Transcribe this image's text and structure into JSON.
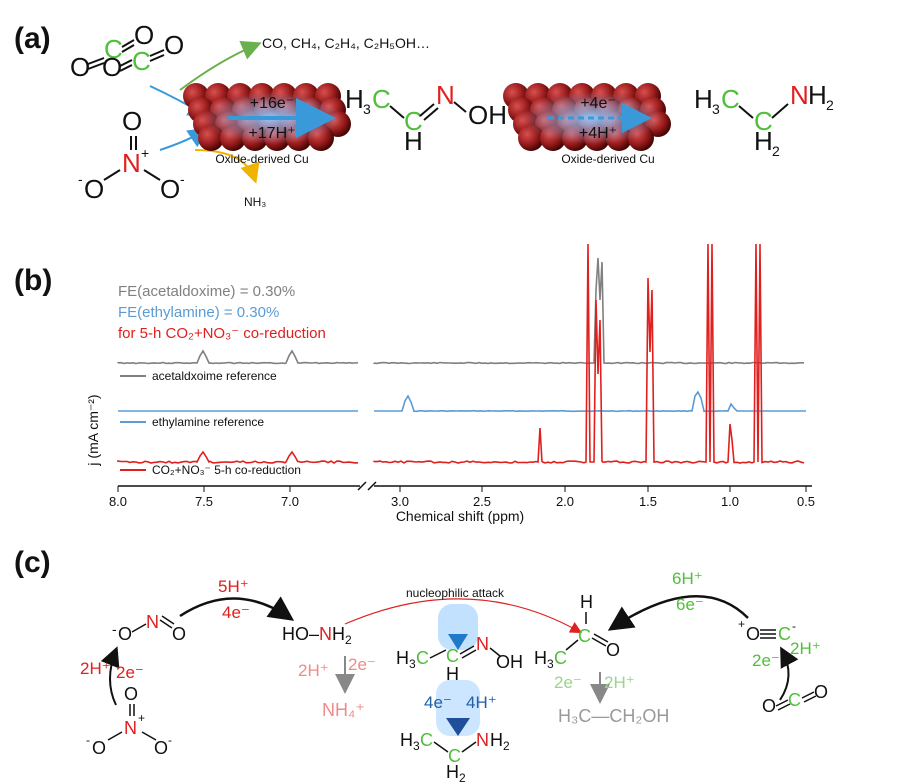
{
  "colors": {
    "carbon": "#4fbf3a",
    "nitrogen": "#e0201e",
    "oxygen": "#111111",
    "blue_arrow": "#3a9ad9",
    "gray_trace": "#808080",
    "blue_trace": "#5b9bd5",
    "red_trace": "#e0201e",
    "yellow_arrow": "#f0b400",
    "green_arrow": "#6ab04c",
    "cu_sphere": "#8b1a1a"
  },
  "panel_a": {
    "label": "(a)",
    "products_text": "CO, CH₄, C₂H₄, C₂H₅OH…",
    "nh3_text": "NH₃",
    "catalyst_left_label": "Oxide-derived Cu",
    "catalyst_right_label": "Oxide-derived Cu",
    "step1_electrons": "+16e⁻",
    "step1_protons": "+17H⁺",
    "step2_electrons": "+4e⁻",
    "step2_protons": "+4H⁺",
    "acetaldoxime_oh": "OH",
    "ethylamine_nh2": "NH₂"
  },
  "panel_b": {
    "label": "(b)",
    "fe_acetaldoxime": "FE(acetaldoxime) = 0.30%",
    "fe_ethylamine": "FE(ethylamine) = 0.30%",
    "fe_conditions": "for 5-h CO₂+NO₃⁻ co-reduction",
    "y_axis_label": "j (mA cm⁻²)",
    "x_axis_label": "Chemical shift (ppm)",
    "legend_gray": "acetaldxoime reference",
    "legend_blue": "ethylamine reference",
    "legend_red": "CO₂+NO₃⁻ 5-h co-reduction",
    "ticks_left": [
      "8.0",
      "7.5",
      "7.0"
    ],
    "ticks_right": [
      "3.0",
      "2.5",
      "2.0",
      "1.5",
      "1.0",
      "0.5"
    ]
  },
  "panel_c": {
    "label": "(c)",
    "nucleophilic_attack": "nucleophilic attack",
    "step_5h": "5H⁺",
    "step_4e": "4e⁻",
    "step_2h_left": "2H⁺",
    "step_2e_left": "2e⁻",
    "hydroxylamine": "HO–NH₂",
    "nh4": "NH₄⁺",
    "nh4_2h": "2H⁺",
    "nh4_2e": "2e⁻",
    "oxime_4e": "4e⁻",
    "oxime_4h": "4H⁺",
    "ald_2e": "2e⁻",
    "ald_2h": "2H⁺",
    "ethanol": "H₃C—CH₂OH",
    "step_6h": "6H⁺",
    "step_6e": "6e⁻",
    "co_2e": "2e⁻",
    "co_2h": "2H⁺"
  }
}
